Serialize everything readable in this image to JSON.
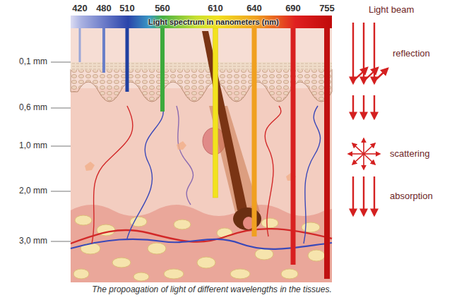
{
  "diagram": {
    "caption": "The propoagation of light of different wavelengths in the tissues.",
    "nodes": [
      {
        "text": [
          "Light spectrum in nanometers (nm)"
        ]
      }
    ],
    "labels": [
      "420",
      "480",
      "510",
      "560",
      "610",
      "640",
      "690",
      "755",
      "0,1 mm",
      "0,6 mm",
      "1,0 mm",
      "2,0 mm",
      "3,0 mm",
      "Light beam",
      "reflection",
      "scattering",
      "absorption"
    ]
  }
}
